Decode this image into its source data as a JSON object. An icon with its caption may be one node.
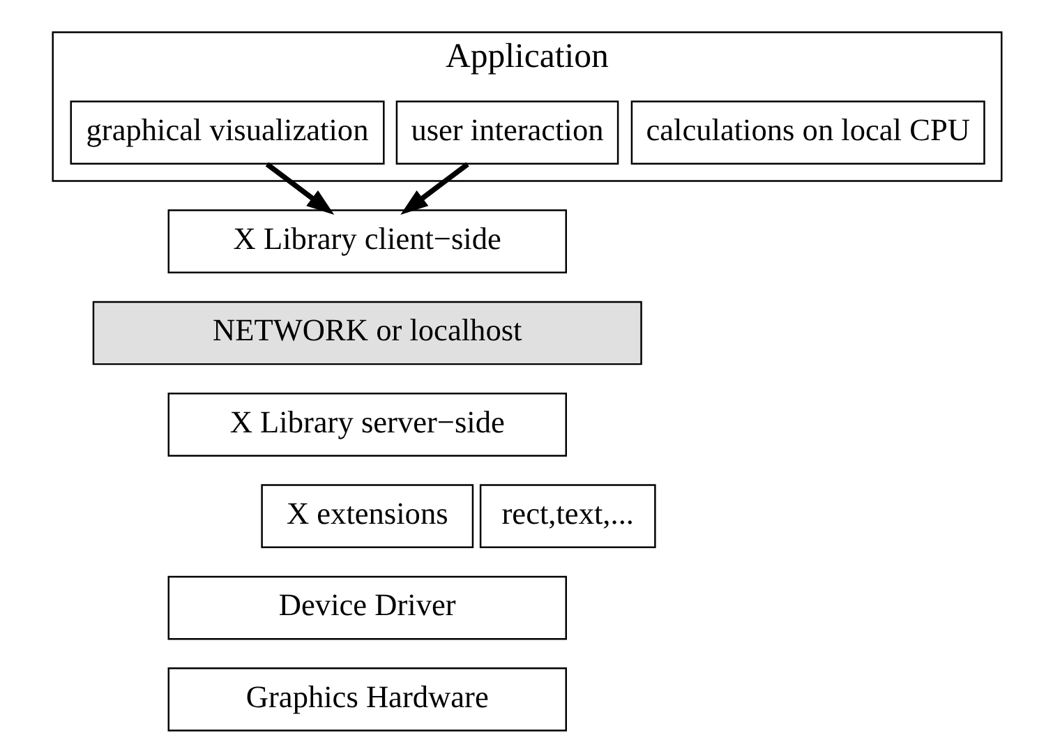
{
  "diagram": {
    "nodes": [
      {
        "text": [
          "Application"
        ]
      },
      {
        "text": [
          "graphical visualization"
        ],
        "in": 0
      },
      {
        "text": [
          "user interaction"
        ],
        "in": 0
      },
      {
        "text": [
          "calculations on local CPU"
        ],
        "in": 0
      },
      {
        "text": [
          "X Library client−side"
        ]
      },
      {
        "text": [
          "NETWORK or localhost"
        ]
      },
      {
        "text": [
          "X Library server−side"
        ]
      },
      {
        "text": [
          "X extensions"
        ]
      },
      {
        "text": [
          "rect,text,..."
        ]
      },
      {
        "text": [
          "Device Driver"
        ]
      },
      {
        "text": [
          "Graphics Hardware"
        ]
      }
    ],
    "edges": [
      {
        "from": 1,
        "to": 4,
        "arrow": "to"
      },
      {
        "from": 2,
        "to": 4,
        "arrow": "to"
      }
    ]
  }
}
